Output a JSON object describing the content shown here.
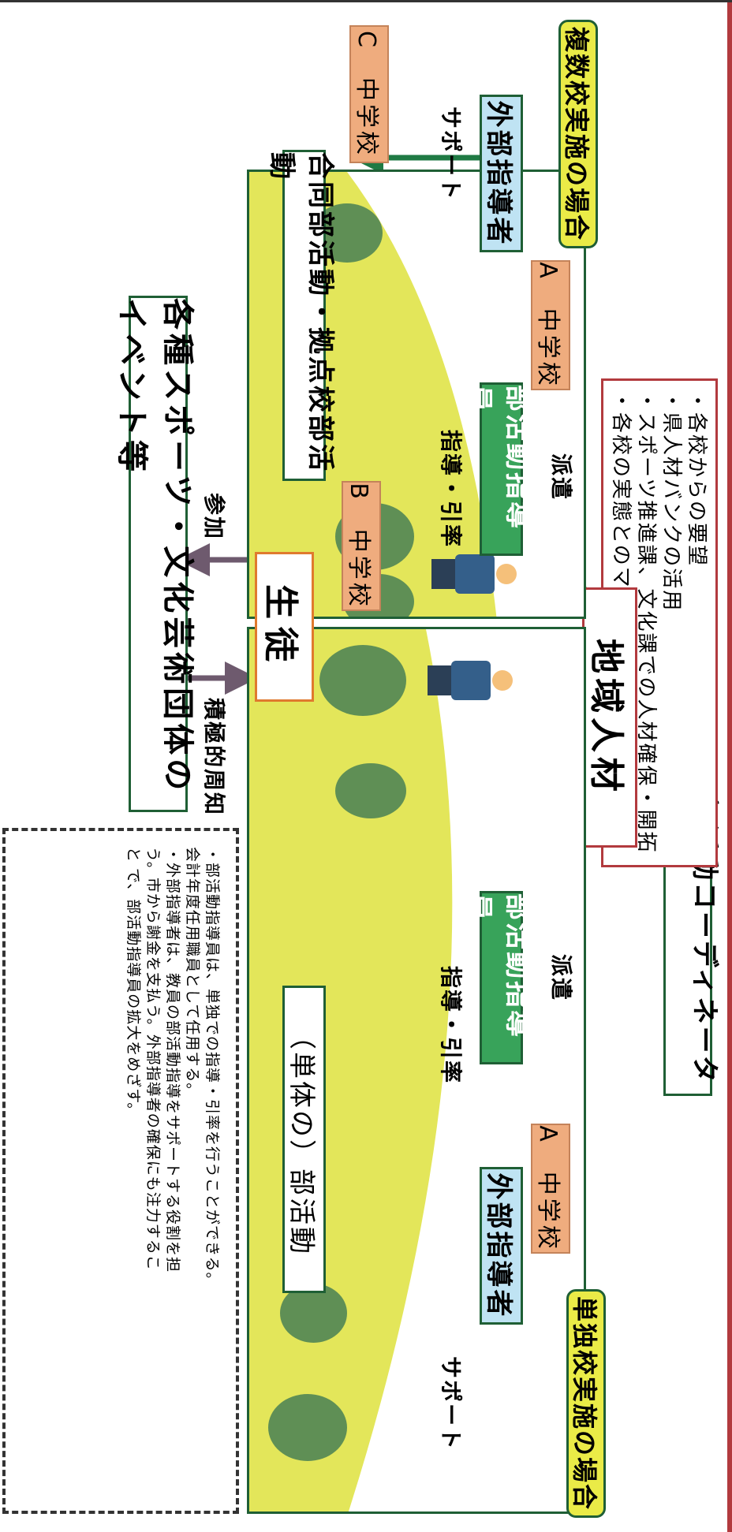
{
  "coordinator": "部活動コーディネーター",
  "coordinator_tasks": [
    "・各校からの要望",
    "・県人材バンクの活用",
    "・スポーツ推進課、文化課での人材確保・開拓",
    "・各校の実態とのマッチング"
  ],
  "regional_talent": "地域人材",
  "single_school": {
    "heading": "単独校実施の場合",
    "school": "A　中学校",
    "outside_instructor": "外部指導者",
    "club_instructor": "部活動指導員",
    "dispatch": "派遣",
    "support": "サポート",
    "guidance": "指導・引率",
    "activity": "（単体の）部活動"
  },
  "multi_school": {
    "heading": "複数校実施の場合",
    "school_a": "A　中学校",
    "school_b": "B　中学校",
    "school_c": "C　中学校",
    "outside_instructor": "外部指導者",
    "club_instructor": "部活動指導員",
    "dispatch": "派遣",
    "support": "サポート",
    "guidance": "指導・引率",
    "activity": "合同部活動・拠点校部活動"
  },
  "students": "生徒",
  "participate": "参加",
  "promotion": "積極的周知",
  "events": "各種スポーツ・文化芸術団体のイベント等",
  "notes": [
    "・部活動指導員は、単独での指導・引率を行うことができる。",
    "会計年度任用職員として任用する。",
    "・外部指導者は、教員の部活動指導をサポートする役割を担",
    "う。市から謝金を支払う。外部指導者の確保にも注力するこ",
    "と で、部活動指導員の拡大をめざす。"
  ],
  "colors": {
    "green": "#38a35a",
    "dark_green": "#1f5f35",
    "light_blue": "#bfe3f3",
    "orange": "#efac7e",
    "yellow": "#eaeb47",
    "maroon": "#b23a3e",
    "purple_arrow": "#6e5a6e"
  },
  "icons": [
    "tree-icon",
    "person-icon",
    "arrow-icon"
  ]
}
